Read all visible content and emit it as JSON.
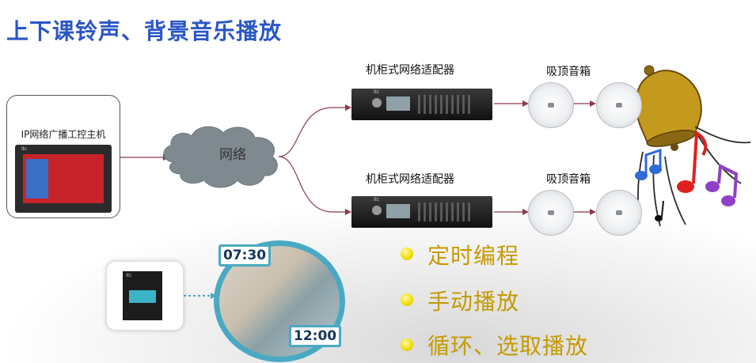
{
  "title": "上下课铃声、背景音乐播放",
  "host": {
    "label": "IP网络广播工控主机"
  },
  "network": {
    "label": "网络"
  },
  "racks": [
    {
      "label": "机柜式网络适配器"
    },
    {
      "label": "机柜式网络适配器"
    }
  ],
  "speakers": [
    {
      "label": "吸顶音箱"
    },
    {
      "label": "吸顶音箱"
    }
  ],
  "times": {
    "start": "07:30",
    "end": "12:00"
  },
  "features": [
    "定时编程",
    "手动播放",
    "循环、选取播放"
  ],
  "colors": {
    "title": "#2a56c6",
    "feature_text": "#c49a00",
    "bullet": "#f3e000",
    "link_line": "#8b3a4a",
    "accent": "#4aa9c2"
  }
}
